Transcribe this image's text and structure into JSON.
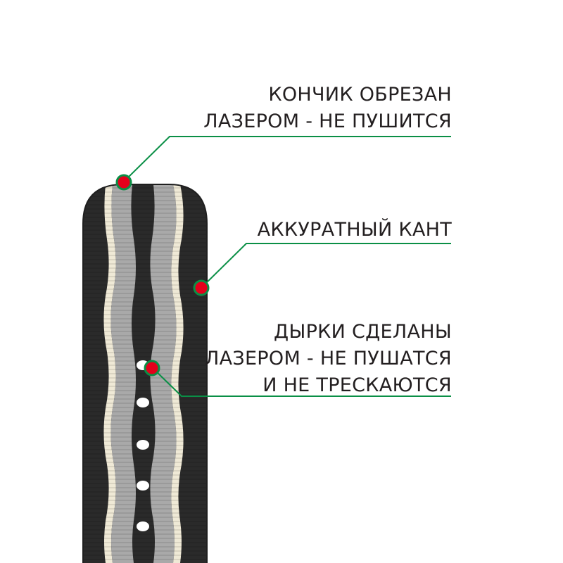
{
  "callouts": {
    "tip": {
      "lines": [
        "КОНЧИК ОБРЕЗАН",
        "ЛАЗЕРОМ - НЕ ПУШИТСЯ"
      ]
    },
    "edge": {
      "lines": [
        "АККУРАТНЫЙ КАНТ"
      ]
    },
    "holes": {
      "lines": [
        "ДЫРКИ СДЕЛАНЫ",
        "ЛАЗЕРОМ - НЕ ПУШАТСЯ",
        "И НЕ ТРЕСКАЮТСЯ"
      ]
    }
  },
  "colors": {
    "leader_line": "#0a8f46",
    "marker_dot": "#e3001b",
    "strap_black": "#2a2a2a",
    "strap_grey": "#a9a9a9",
    "strap_cream": "#efe9d6",
    "text": "#231f20"
  }
}
